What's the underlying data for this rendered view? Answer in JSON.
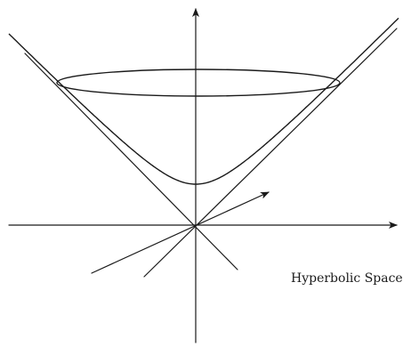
{
  "diagram": {
    "caption": "Hyperbolic Space",
    "colors": {
      "ink": "#1a1a1a",
      "background": "#ffffff"
    },
    "elements": [
      "horizontal-axis",
      "vertical-axis",
      "light-cone",
      "hyperboloid-sheet",
      "ellipse-cross-section",
      "vector-arrow"
    ]
  }
}
